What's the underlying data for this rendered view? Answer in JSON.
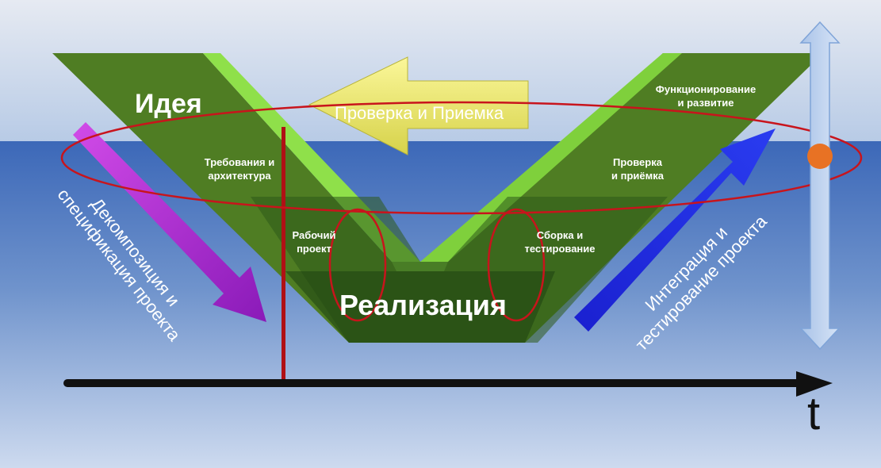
{
  "diagram": {
    "big_labels": {
      "idea": "Идея",
      "implementation": "Реализация",
      "verification_banner": "Проверка и Приемка",
      "time_axis": "t"
    },
    "stages": {
      "requirements": [
        "Требования и",
        "архитектура"
      ],
      "working_design": [
        "Рабочий",
        "проект"
      ],
      "assembly": [
        "Сборка и",
        "тестирование"
      ],
      "acceptance": [
        "Проверка",
        "и приёмка"
      ],
      "operation": [
        "Функционирование",
        "и развитие"
      ]
    },
    "diagonal_labels": {
      "decomposition": [
        "Декомпозиция и",
        "спецификация проекта"
      ],
      "integration": [
        "Интеграция и",
        "тестирование проекта"
      ]
    },
    "colors": {
      "sky": "#c9d6ea",
      "sea": "#3a64b4",
      "v_face": "#4e7a22",
      "v_edge": "#8ee04a",
      "ellipse": "#c0141a",
      "arrow_down": "#a020c8",
      "arrow_up": "#1a24d8",
      "arrow_left": "#f2ef6a",
      "marker": "#e87224",
      "time_axis": "#111111"
    },
    "icons": {
      "vertical_arrow": "double-headed-vertical-arrow",
      "marker": "orange-dot"
    }
  }
}
